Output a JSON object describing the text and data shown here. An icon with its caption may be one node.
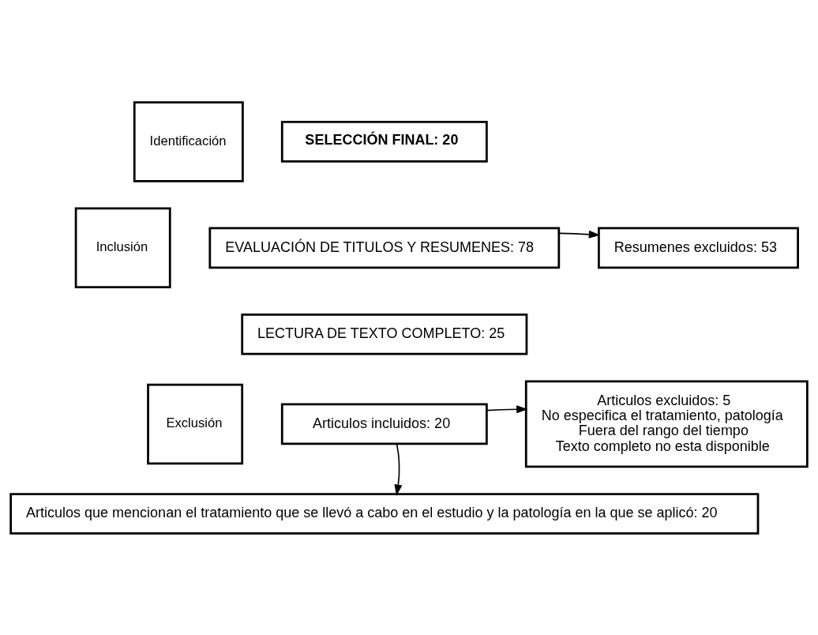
{
  "diagram": {
    "nodes": [
      {
        "text": [
          "Identificación"
        ]
      },
      {
        "text": [
          "SELECCIÓN FINAL: 20"
        ]
      },
      {
        "text": [
          "Inclusión"
        ]
      },
      {
        "text": [
          "EVALUACIÓN DE TITULOS Y RESUMENES: 78"
        ]
      },
      {
        "text": [
          "Resumenes excluidos: 53"
        ]
      },
      {
        "text": [
          "LECTURA DE TEXTO COMPLETO: 25"
        ]
      },
      {
        "text": [
          "Exclusión"
        ]
      },
      {
        "text": [
          "Articulos incluidos: 20"
        ]
      },
      {
        "text": [
          "Articulos excluidos: 5",
          "No especifica el tratamiento, patología",
          "Fuera del rango del tiempo",
          "Texto completo no esta disponible"
        ]
      },
      {
        "text": [
          "Articulos que mencionan el tratamiento que se llevó a cabo en el estudio y la patología en la que se aplicó: 20"
        ]
      }
    ],
    "edges": [
      {
        "from": 3,
        "to": 4,
        "arrow": "to"
      },
      {
        "from": 7,
        "to": 8,
        "arrow": "to"
      },
      {
        "from": 7,
        "to": 9,
        "arrow": "to"
      }
    ]
  }
}
